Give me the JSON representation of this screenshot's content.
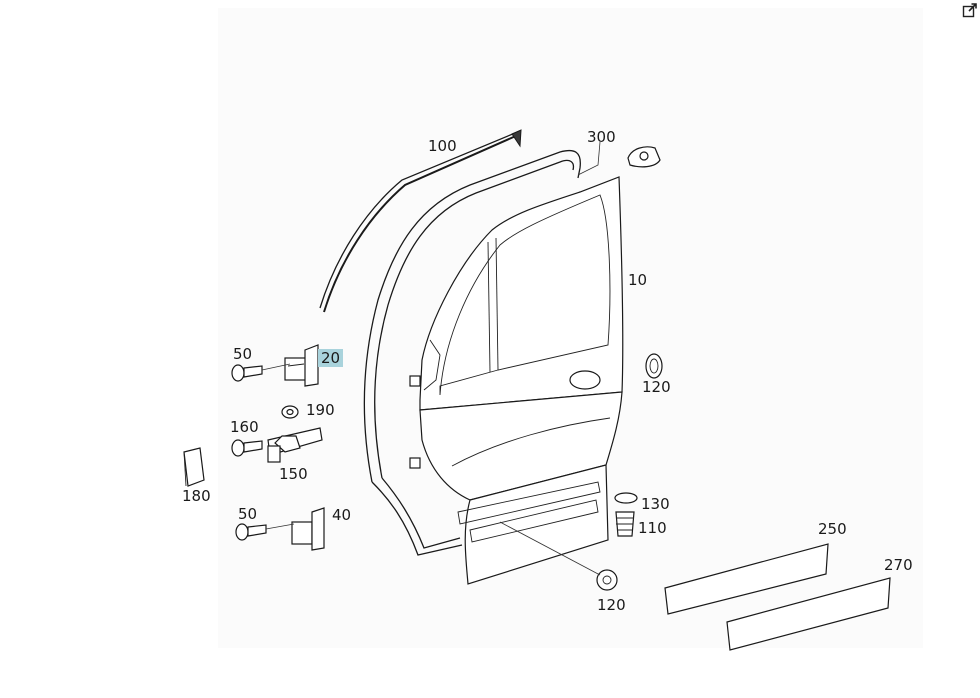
{
  "callouts": [
    {
      "id": "10",
      "label": "10"
    },
    {
      "id": "20",
      "label": "20",
      "highlighted": true
    },
    {
      "id": "40",
      "label": "40"
    },
    {
      "id": "50a",
      "label": "50"
    },
    {
      "id": "50b",
      "label": "50"
    },
    {
      "id": "100",
      "label": "100"
    },
    {
      "id": "110",
      "label": "110"
    },
    {
      "id": "120a",
      "label": "120"
    },
    {
      "id": "120b",
      "label": "120"
    },
    {
      "id": "130",
      "label": "130"
    },
    {
      "id": "150",
      "label": "150"
    },
    {
      "id": "160",
      "label": "160"
    },
    {
      "id": "180",
      "label": "180"
    },
    {
      "id": "190",
      "label": "190"
    },
    {
      "id": "250",
      "label": "250"
    },
    {
      "id": "270",
      "label": "270"
    },
    {
      "id": "300",
      "label": "300"
    }
  ],
  "colors": {
    "highlight": "#a9d3dc",
    "ink": "#1a1a1a"
  },
  "toolbar": {
    "expand_icon": "external-link-icon"
  }
}
